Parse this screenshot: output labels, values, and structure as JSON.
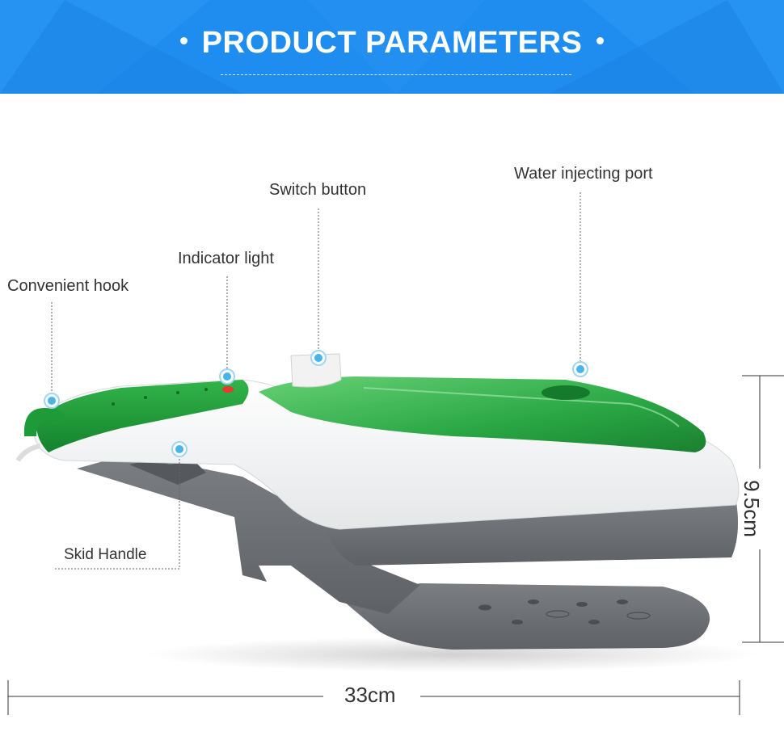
{
  "banner": {
    "title": "PRODUCT PARAMETERS",
    "color": "#1f8cf0"
  },
  "callouts": {
    "hook": "Convenient hook",
    "indicator": "Indicator light",
    "switch": "Switch button",
    "water_port": "Water injecting port",
    "skid": "Skid Handle"
  },
  "dimensions": {
    "length": "33cm",
    "height": "9.5cm"
  },
  "colors": {
    "body_green": "#1e9a38",
    "marker_blue": "#49b4ec",
    "body_white": "#f7f7f7",
    "base_gray": "#6f7276"
  }
}
